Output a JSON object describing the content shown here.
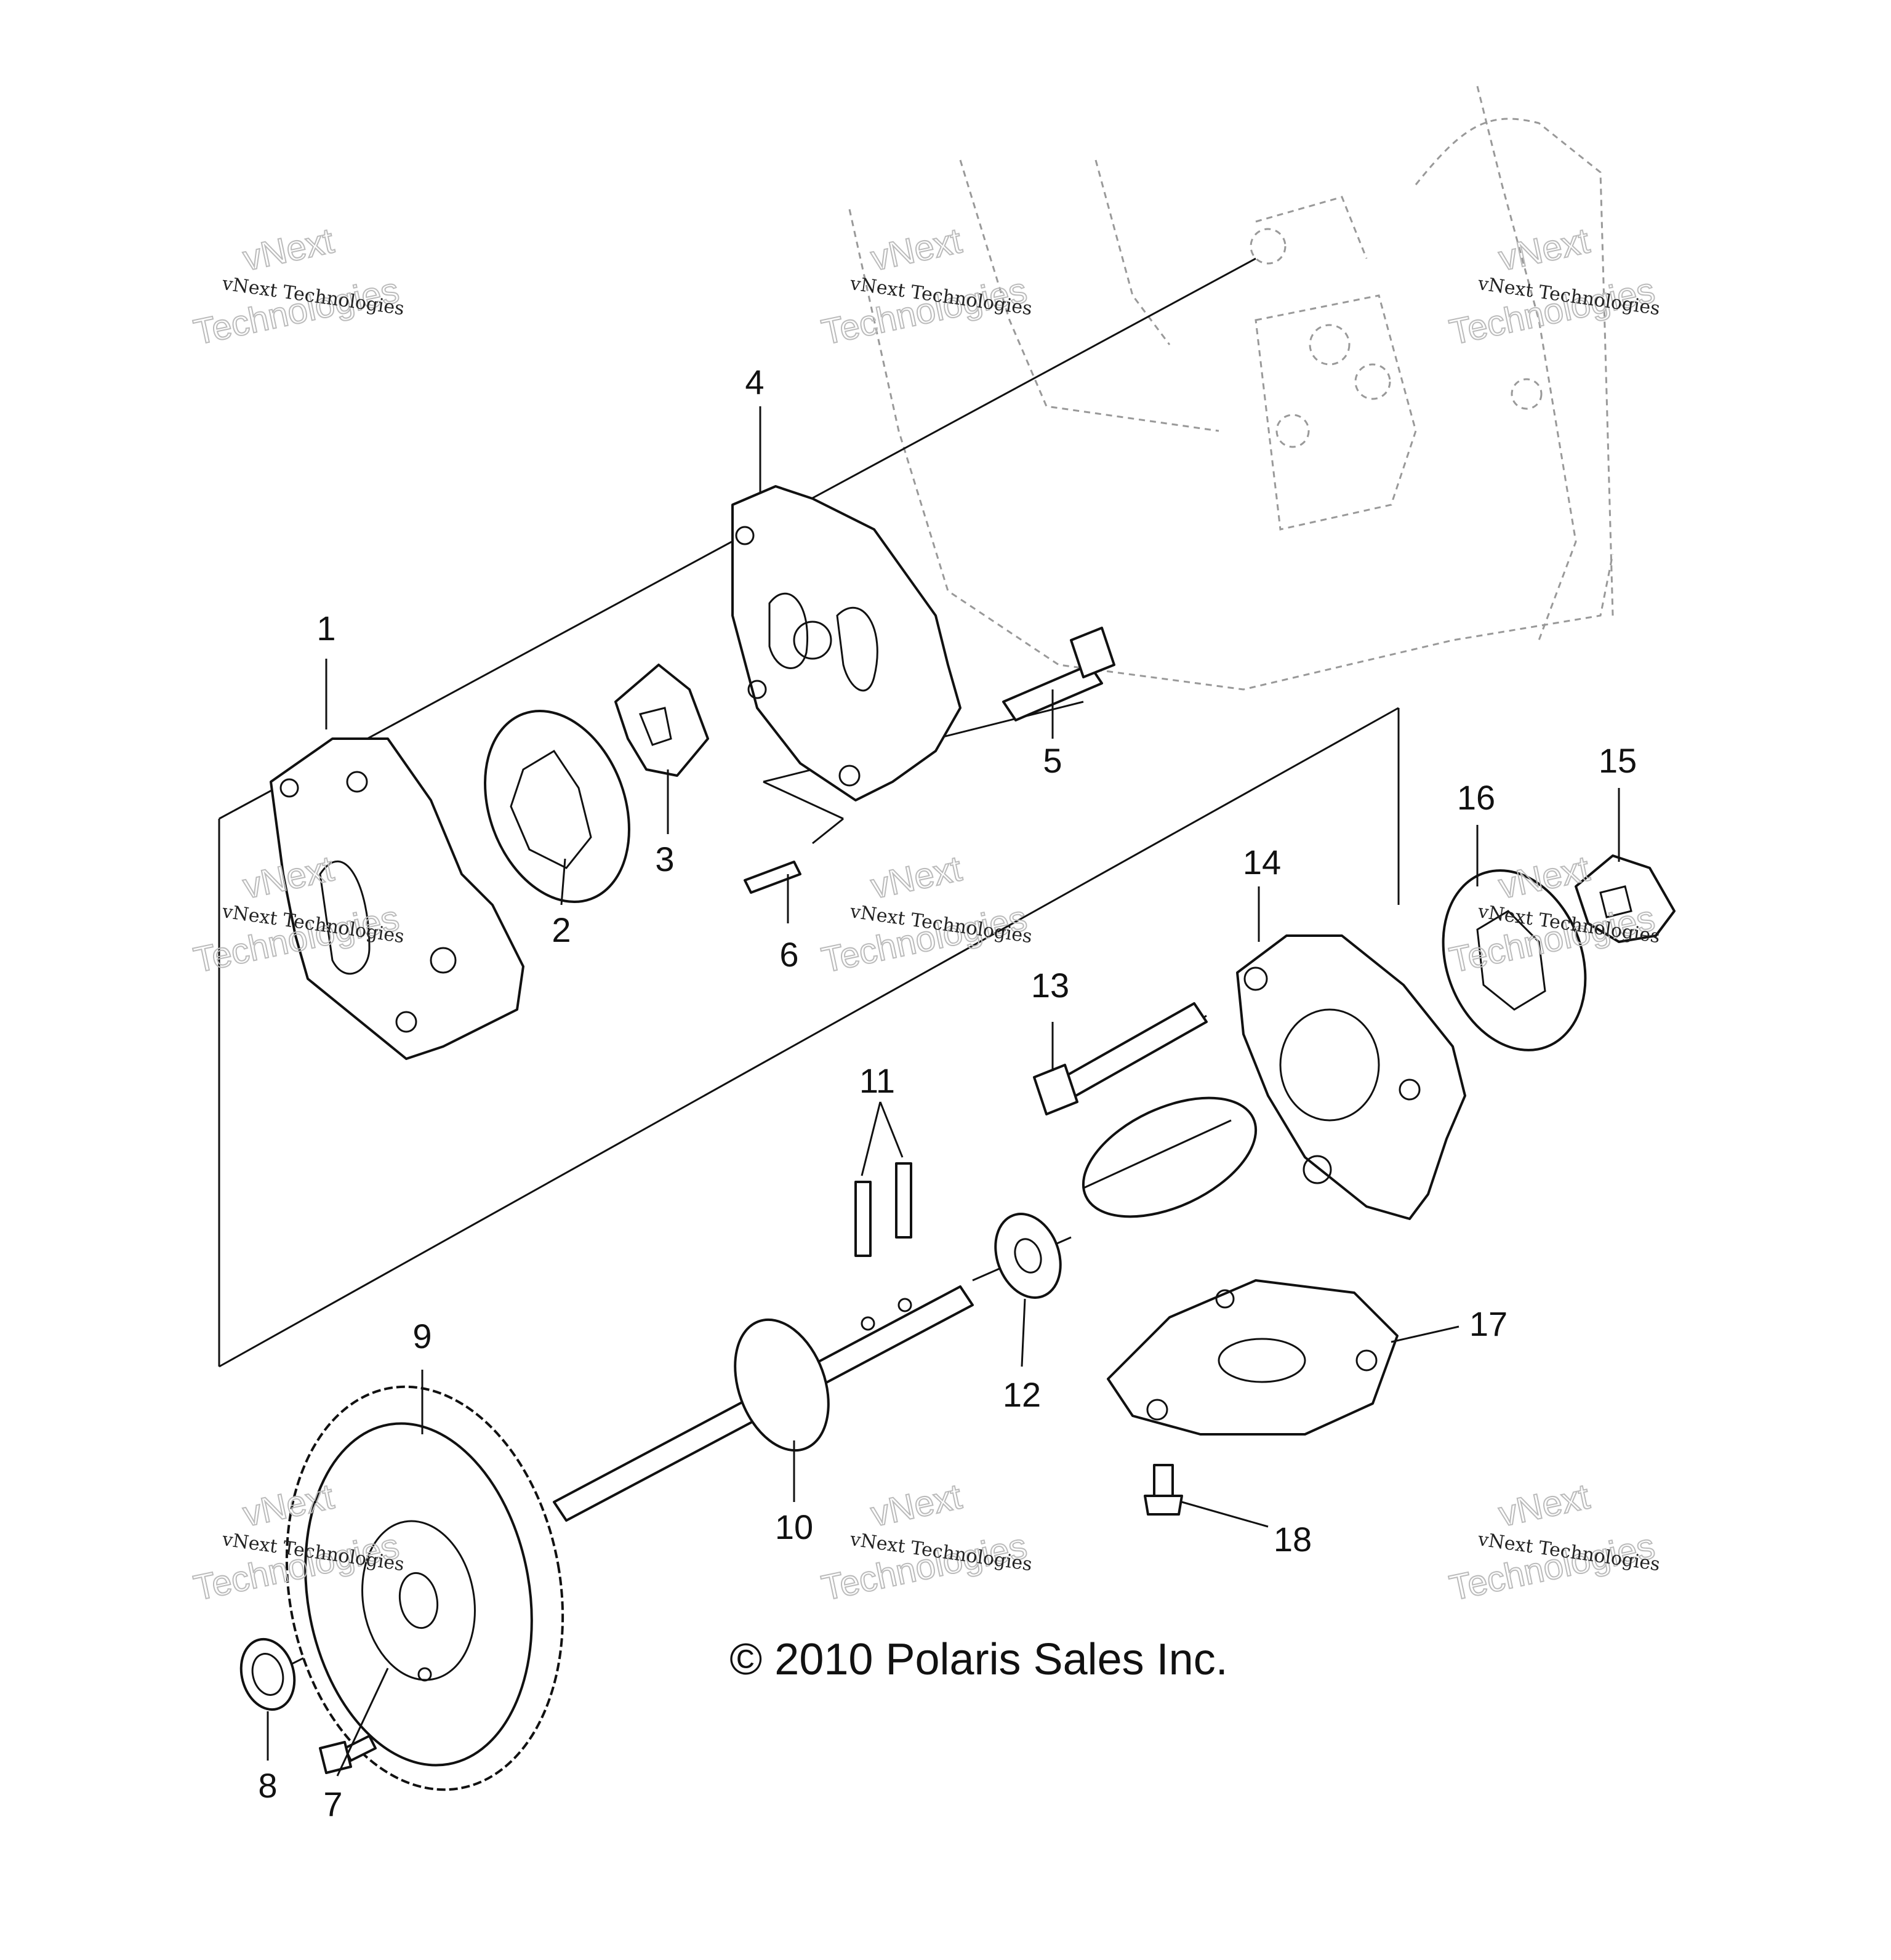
{
  "diagram": {
    "copyright": "© 2010 Polaris Sales Inc.",
    "callouts": [
      "1",
      "2",
      "3",
      "4",
      "5",
      "6",
      "7",
      "8",
      "9",
      "10",
      "11",
      "12",
      "13",
      "14",
      "15",
      "16",
      "17",
      "18"
    ],
    "watermark": {
      "line": "vNext Technologies",
      "big_top": "vNext",
      "big_bottom": "Technologies"
    }
  }
}
